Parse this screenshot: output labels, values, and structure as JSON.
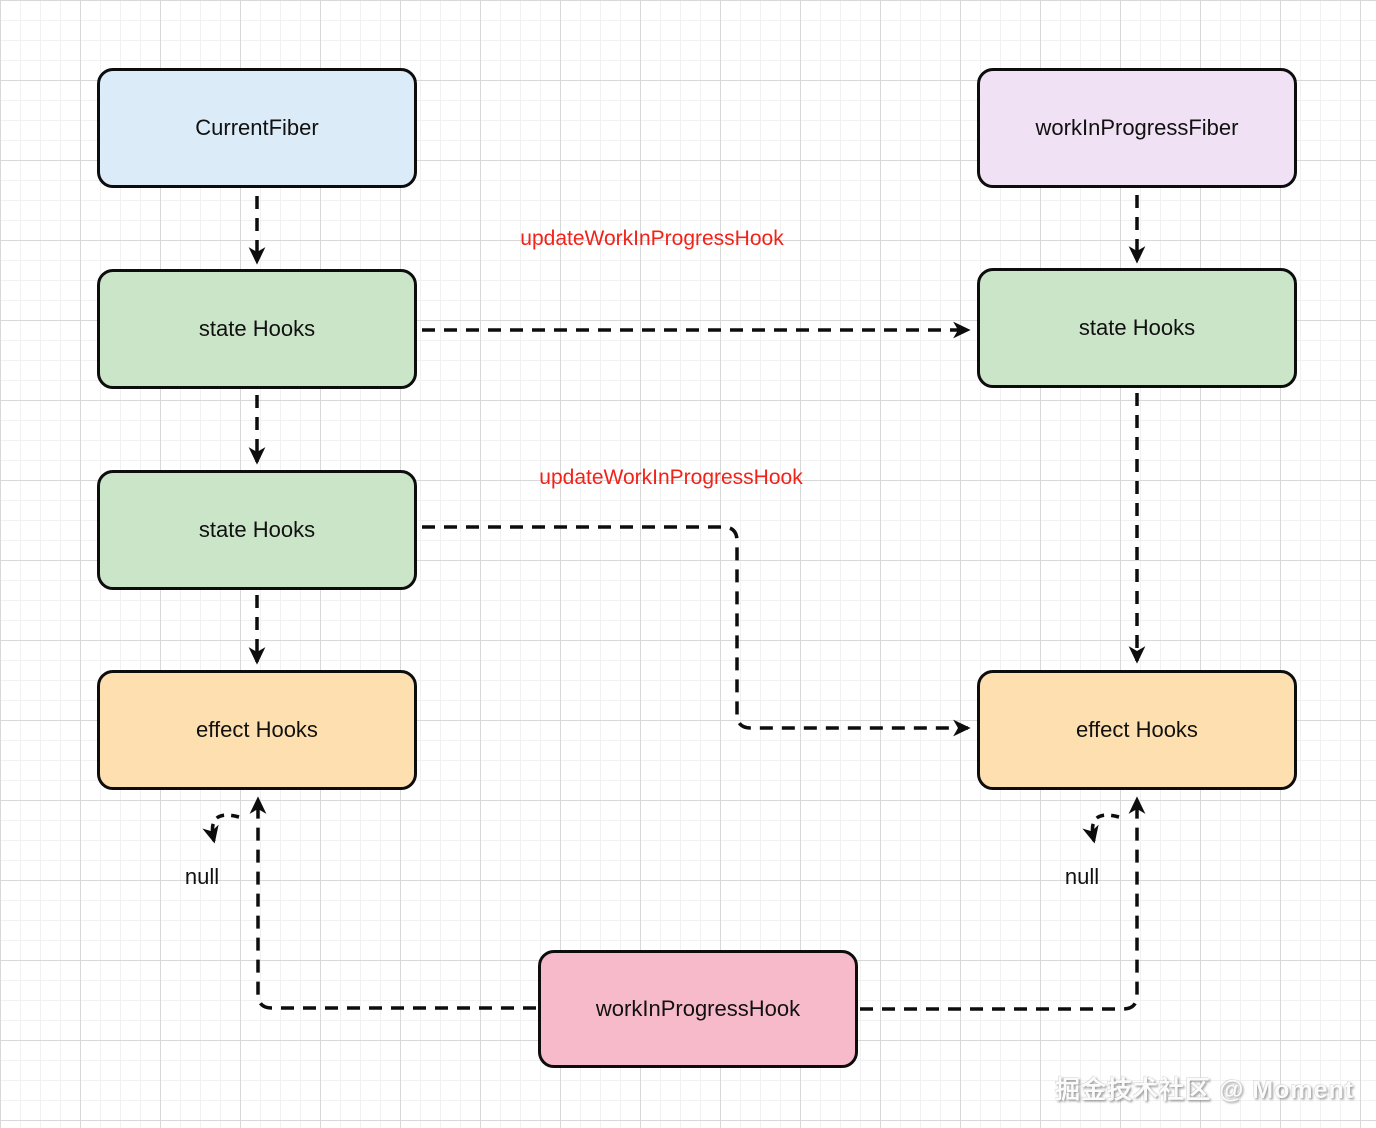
{
  "palette": {
    "node_border": "#0d0d0d",
    "arrow_color": "#0d0d0d",
    "red_label_color": "#f32219",
    "current_fiber_fill": "#dcebf8",
    "wip_fiber_fill": "#f0e1f5",
    "state_hooks_fill": "#cae5c8",
    "effect_hooks_fill": "#fee0b0",
    "wip_hook_fill": "#f7bacb"
  },
  "diagram": {
    "nodes": [
      {
        "label": "CurrentFiber",
        "color": "#dcebf8"
      },
      {
        "label": "workInProgressFiber",
        "color": "#f0e1f5"
      },
      {
        "label": "state Hooks",
        "color": "#cae5c8"
      },
      {
        "label": "state Hooks",
        "color": "#cae5c8"
      },
      {
        "label": "state Hooks",
        "color": "#cae5c8"
      },
      {
        "label": "effect Hooks",
        "color": "#fee0b0"
      },
      {
        "label": "effect Hooks",
        "color": "#fee0b0"
      },
      {
        "label": "workInProgressHook",
        "color": "#f7bacb"
      }
    ],
    "edge_labels": [
      {
        "text": "updateWorkInProgressHook",
        "color": "#f32219"
      },
      {
        "text": "updateWorkInProgressHook",
        "color": "#f32219"
      }
    ],
    "null_labels": {
      "left": "null",
      "right": "null"
    },
    "watermark": "掘金技术社区 @ Moment"
  }
}
